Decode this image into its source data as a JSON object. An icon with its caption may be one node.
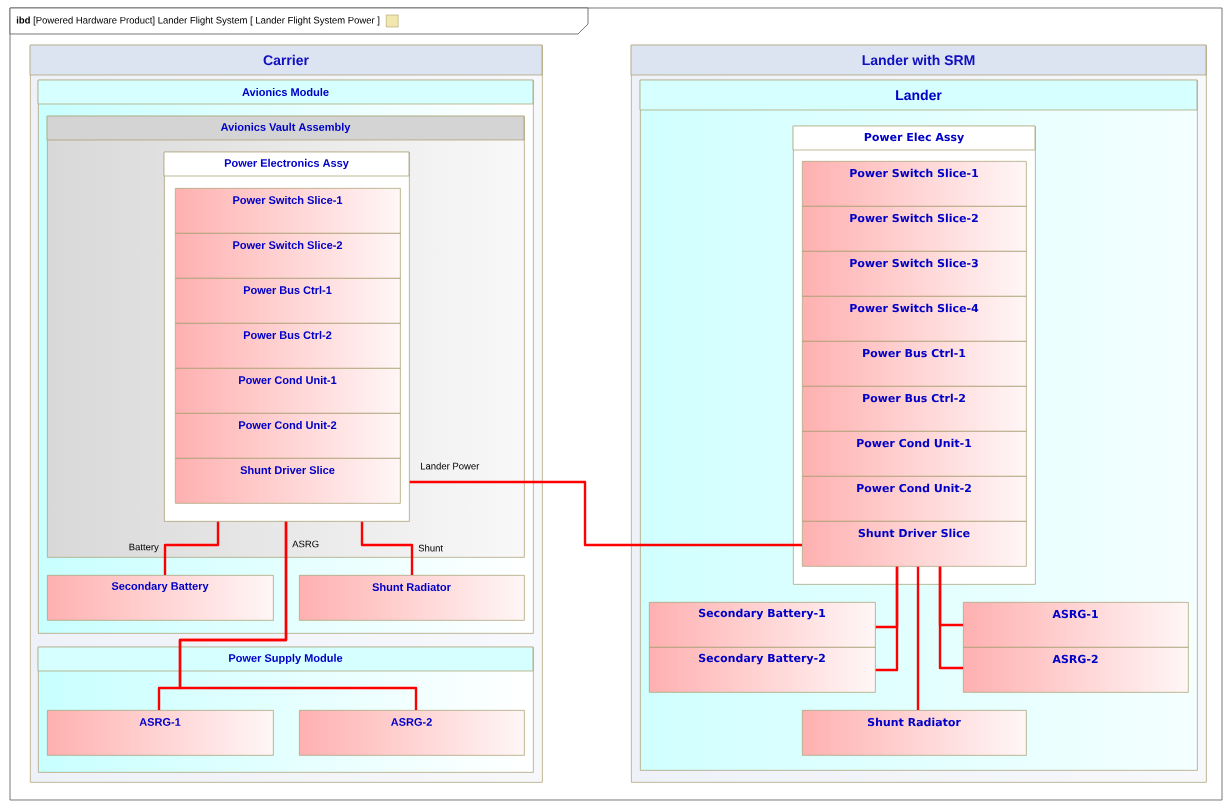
{
  "diagram": {
    "title": "**ibd** [Powered Hardware Product] Lander Flight System [ Lander Flight System Power ]",
    "nodes": [
      {
        "text": [
          "Carrier"
        ]
      },
      {
        "text": [
          "Avionics Module"
        ],
        "in": 0
      },
      {
        "text": [
          "Avionics Vault Assembly"
        ],
        "in": 1
      },
      {
        "text": [
          "Power Electronics Assy"
        ],
        "in": 2
      },
      {
        "text": [
          "Power Switch Slice-1"
        ],
        "in": 3
      },
      {
        "text": [
          "Power Switch Slice-2"
        ],
        "in": 3
      },
      {
        "text": [
          "Power Bus Ctrl-1"
        ],
        "in": 3
      },
      {
        "text": [
          "Power Bus Ctrl-2"
        ],
        "in": 3
      },
      {
        "text": [
          "Power Cond Unit-1"
        ],
        "in": 3
      },
      {
        "text": [
          "Power Cond Unit-2"
        ],
        "in": 3
      },
      {
        "text": [
          "Shunt Driver Slice"
        ],
        "in": 3
      },
      {
        "text": [
          "Secondary Battery"
        ],
        "in": 1
      },
      {
        "text": [
          "Shunt Radiator"
        ],
        "in": 1
      },
      {
        "text": [
          "Power Supply Module"
        ],
        "in": 0
      },
      {
        "text": [
          "ASRG-1"
        ],
        "in": 13
      },
      {
        "text": [
          "ASRG-2"
        ],
        "in": 13
      },
      {
        "text": [
          "Lander with SRM"
        ]
      },
      {
        "text": [
          "Lander"
        ],
        "in": 16
      },
      {
        "text": [
          "Power Elec Assy"
        ],
        "in": 17
      },
      {
        "text": [
          "Power Switch Slice-1"
        ],
        "in": 18
      },
      {
        "text": [
          "Power Switch Slice-2"
        ],
        "in": 18
      },
      {
        "text": [
          "Power Switch Slice-3"
        ],
        "in": 18
      },
      {
        "text": [
          "Power Switch Slice-4"
        ],
        "in": 18
      },
      {
        "text": [
          "Power Bus Ctrl-1"
        ],
        "in": 18
      },
      {
        "text": [
          "Power Bus Ctrl-2"
        ],
        "in": 18
      },
      {
        "text": [
          "Power Cond Unit-1"
        ],
        "in": 18
      },
      {
        "text": [
          "Power Cond Unit-2"
        ],
        "in": 18
      },
      {
        "text": [
          "Shunt Driver Slice"
        ],
        "in": 18
      },
      {
        "text": [
          "Secondary Battery-1"
        ],
        "in": 17
      },
      {
        "text": [
          "Secondary Battery-2"
        ],
        "in": 17
      },
      {
        "text": [
          "ASRG-1"
        ],
        "in": 17
      },
      {
        "text": [
          "ASRG-2"
        ],
        "in": 17
      },
      {
        "text": [
          "Shunt Radiator"
        ],
        "in": 17
      }
    ],
    "edges": [
      {
        "from": 3,
        "to": 11,
        "arrow": "none",
        "label": "Battery"
      },
      {
        "from": 3,
        "to": 14,
        "arrow": "none",
        "label": "ASRG"
      },
      {
        "from": 3,
        "to": 15,
        "arrow": "none"
      },
      {
        "from": 3,
        "to": 12,
        "arrow": "none",
        "label": "Shunt"
      },
      {
        "from": 3,
        "to": 27,
        "arrow": "none",
        "label": "Lander Power"
      },
      {
        "from": 27,
        "to": 28,
        "arrow": "none"
      },
      {
        "from": 27,
        "to": 29,
        "arrow": "none"
      },
      {
        "from": 27,
        "to": 32,
        "arrow": "none"
      },
      {
        "from": 27,
        "to": 30,
        "arrow": "none"
      },
      {
        "from": 27,
        "to": 31,
        "arrow": "none"
      }
    ]
  }
}
